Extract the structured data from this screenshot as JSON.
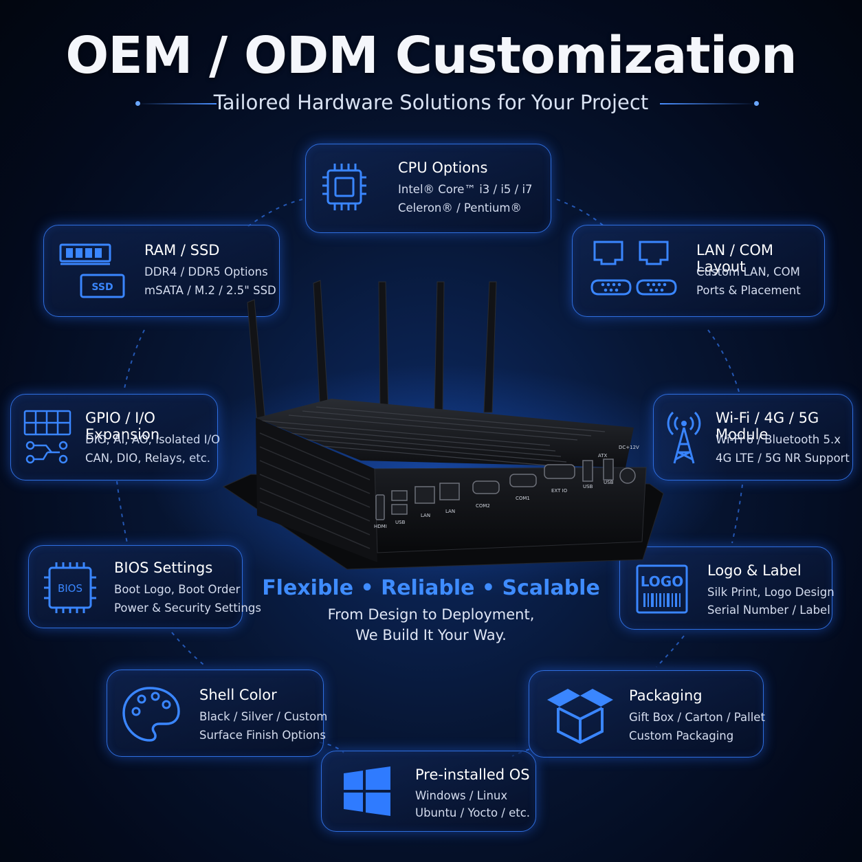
{
  "title": "OEM / ODM Customization",
  "subtitle": "Tailored Hardware Solutions for Your Project",
  "cards": {
    "cpu": {
      "heading": "CPU Options",
      "lines": [
        "Intel® Core™ i3 / i5 / i7",
        "Celeron® / Pentium®"
      ]
    },
    "ram": {
      "heading": "RAM / SSD",
      "lines": [
        "DDR4 / DDR5 Options",
        "mSATA / M.2 / 2.5\" SSD"
      ],
      "icon_label": "SSD"
    },
    "lan": {
      "heading": "LAN / COM Layout",
      "lines": [
        "Custom LAN, COM",
        "Ports & Placement"
      ]
    },
    "gpio": {
      "heading": "GPIO / I/O Expansion",
      "lines": [
        "DIO, AI, AO, Isolated I/O",
        "CAN, DIO, Relays, etc."
      ]
    },
    "wifi": {
      "heading": "Wi-Fi / 4G / 5G Module",
      "lines": [
        "Wi-Fi 6 / Bluetooth 5.x",
        "4G LTE / 5G NR Support"
      ]
    },
    "bios": {
      "heading": "BIOS Settings",
      "lines": [
        "Boot Logo, Boot Order",
        "Power & Security Settings"
      ],
      "icon_label": "BIOS"
    },
    "logo": {
      "heading": "Logo & Label",
      "lines": [
        "Silk Print, Logo Design",
        "Serial Number / Label"
      ],
      "icon_label": "LOGO"
    },
    "shell": {
      "heading": "Shell Color",
      "lines": [
        "Black / Silver / Custom",
        "Surface Finish Options"
      ]
    },
    "packaging": {
      "heading": "Packaging",
      "lines": [
        "Gift Box / Carton / Pallet",
        "Custom Packaging"
      ]
    },
    "os": {
      "heading": "Pre-installed OS",
      "lines": [
        "Windows / Linux",
        "Ubuntu / Yocto / etc."
      ]
    }
  },
  "tagline": "Flexible • Reliable • Scalable",
  "tagline_sub": [
    "From Design to Deployment,",
    "We Build It Your Way."
  ],
  "device_ports": {
    "hdmi": "HDMI",
    "usb": "USB",
    "lan1": "LAN",
    "lan2": "LAN",
    "com2": "COM2",
    "com1": "COM1",
    "ext_io": "EXT IO",
    "usb3a": "USB",
    "usb3b": "USB",
    "atx": "ATX",
    "dc": "DC+12V"
  },
  "colors": {
    "accent": "#2f6fe0",
    "icon": "#3a86ff",
    "tagline": "#3f8cff",
    "background": "#030a1c"
  },
  "icons": [
    "cpu-chip-icon",
    "ram-ssd-icon",
    "lan-com-port-icon",
    "gpio-io-icon",
    "antenna-tower-icon",
    "bios-chip-icon",
    "logo-label-icon",
    "palette-icon",
    "box-package-icon",
    "windows-logo-icon"
  ]
}
